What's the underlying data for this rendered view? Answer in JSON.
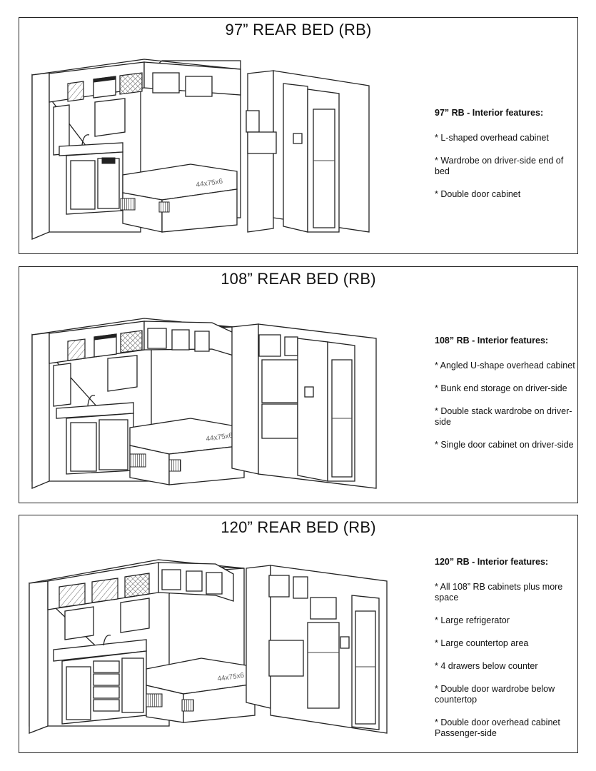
{
  "panels": [
    {
      "title": "97” REAR BED (RB)",
      "features_title": "97” RB - Interior features:",
      "features": [
        "* L-shaped overhead cabinet",
        "* Wardrobe on driver-side end of bed",
        "* Double door cabinet"
      ],
      "bed_label": "44x75x6"
    },
    {
      "title": "108” REAR BED (RB)",
      "features_title": "108” RB - Interior features:",
      "features": [
        "* Angled U-shape overhead cabinet",
        "* Bunk end storage on driver-side",
        "* Double stack wardrobe on driver-side",
        "* Single door cabinet on driver-side"
      ],
      "bed_label": "44x75x6"
    },
    {
      "title": "120” REAR BED (RB)",
      "features_title": "120” RB - Interior features:",
      "features": [
        "* All 108” RB cabinets plus more space",
        "* Large refrigerator",
        "* Large countertop area",
        "* 4 drawers below counter",
        "* Double door wardrobe below countertop",
        "* Double door overhead cabinet Passenger-side"
      ],
      "bed_label": "44x75x6"
    }
  ]
}
